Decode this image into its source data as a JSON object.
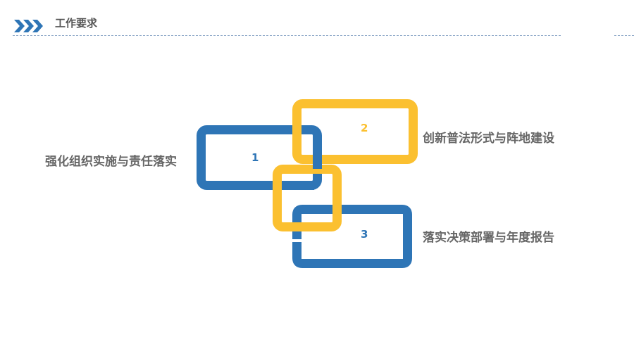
{
  "header": {
    "title": "工作要求"
  },
  "colors": {
    "blue": "#2e75b6",
    "yellow": "#fbc030",
    "text": "#666666",
    "divider": "#8fa9c9"
  },
  "items": [
    {
      "number": "1",
      "label": "强化组织实施与责任落实",
      "color": "blue"
    },
    {
      "number": "2",
      "label": "创新普法形式与阵地建设",
      "color": "yellow"
    },
    {
      "number": "3",
      "label": "落实决策部署与年度报告",
      "color": "blue"
    }
  ]
}
